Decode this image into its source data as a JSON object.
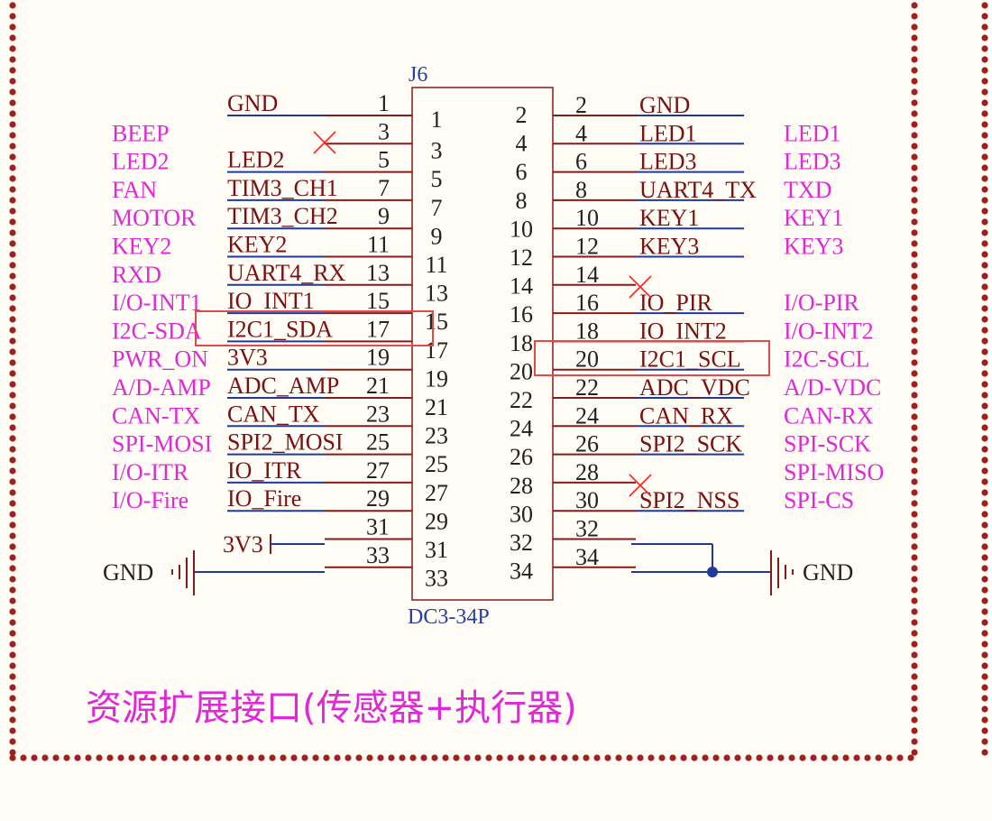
{
  "connector": {
    "designator": "J6",
    "part": "DC3-34P",
    "inner_left_numbers": [
      "1",
      "3",
      "5",
      "7",
      "9",
      "11",
      "13",
      "15",
      "17",
      "19",
      "21",
      "23",
      "25",
      "27",
      "29",
      "31",
      "33"
    ],
    "inner_right_numbers": [
      "2",
      "4",
      "6",
      "8",
      "10",
      "12",
      "14",
      "16",
      "18",
      "20",
      "22",
      "24",
      "26",
      "28",
      "30",
      "32",
      "34"
    ]
  },
  "left_pins": [
    {
      "pin": "1",
      "net": "GND",
      "func": ""
    },
    {
      "pin": "3",
      "net": "",
      "func": "BEEP"
    },
    {
      "pin": "5",
      "net": "LED2",
      "func": "LED2"
    },
    {
      "pin": "7",
      "net": "TIM3_CH1",
      "func": "FAN"
    },
    {
      "pin": "9",
      "net": "TIM3_CH2",
      "func": "MOTOR"
    },
    {
      "pin": "11",
      "net": "KEY2",
      "func": "KEY2"
    },
    {
      "pin": "13",
      "net": "UART4_RX",
      "func": "RXD"
    },
    {
      "pin": "15",
      "net": "IO_INT1",
      "func": "I/O-INT1"
    },
    {
      "pin": "17",
      "net": "I2C1_SDA",
      "func": "I2C-SDA"
    },
    {
      "pin": "19",
      "net": "3V3",
      "func": "PWR_ON"
    },
    {
      "pin": "21",
      "net": "ADC_AMP",
      "func": "A/D-AMP"
    },
    {
      "pin": "23",
      "net": "CAN_TX",
      "func": "CAN-TX"
    },
    {
      "pin": "25",
      "net": "SPI2_MOSI",
      "func": "SPI-MOSI"
    },
    {
      "pin": "27",
      "net": "IO_ITR",
      "func": "I/O-ITR"
    },
    {
      "pin": "29",
      "net": "IO_Fire",
      "func": "I/O-Fire"
    },
    {
      "pin": "31",
      "net": "",
      "func": ""
    },
    {
      "pin": "33",
      "net": "",
      "func": ""
    }
  ],
  "right_pins": [
    {
      "pin": "2",
      "net": "GND",
      "func": ""
    },
    {
      "pin": "4",
      "net": "LED1",
      "func": "LED1"
    },
    {
      "pin": "6",
      "net": "LED3",
      "func": "LED3"
    },
    {
      "pin": "8",
      "net": "UART4_TX",
      "func": "TXD"
    },
    {
      "pin": "10",
      "net": "KEY1",
      "func": "KEY1"
    },
    {
      "pin": "12",
      "net": "KEY3",
      "func": "KEY3"
    },
    {
      "pin": "14",
      "net": "",
      "func": ""
    },
    {
      "pin": "16",
      "net": "IO_PIR",
      "func": "I/O-PIR"
    },
    {
      "pin": "18",
      "net": "IO_INT2",
      "func": "I/O-INT2"
    },
    {
      "pin": "20",
      "net": "I2C1_SCL",
      "func": "I2C-SCL"
    },
    {
      "pin": "22",
      "net": "ADC_VDC",
      "func": "A/D-VDC"
    },
    {
      "pin": "24",
      "net": "CAN_RX",
      "func": "CAN-RX"
    },
    {
      "pin": "26",
      "net": "SPI2_SCK",
      "func": "SPI-SCK"
    },
    {
      "pin": "28",
      "net": "",
      "func": "SPI-MISO"
    },
    {
      "pin": "30",
      "net": "SPI2_NSS",
      "func": "SPI-CS"
    },
    {
      "pin": "32",
      "net": "",
      "func": ""
    },
    {
      "pin": "34",
      "net": "",
      "func": ""
    }
  ],
  "power": {
    "left_gnd": "GND",
    "right_gnd": "GND",
    "v33": "3V3"
  },
  "no_connect_pins": [
    "3",
    "14",
    "28"
  ],
  "highlighted_pins": [
    "17",
    "20"
  ],
  "caption": "资源扩展接口(传感器+执行器)",
  "colors": {
    "border_dots": "#a0201e",
    "wire": "#8a1a1a",
    "net_line": "#1f3a9a",
    "function_label": "#e028d8",
    "highlight": "#e04a4a",
    "no_connect": "#ff2020"
  }
}
